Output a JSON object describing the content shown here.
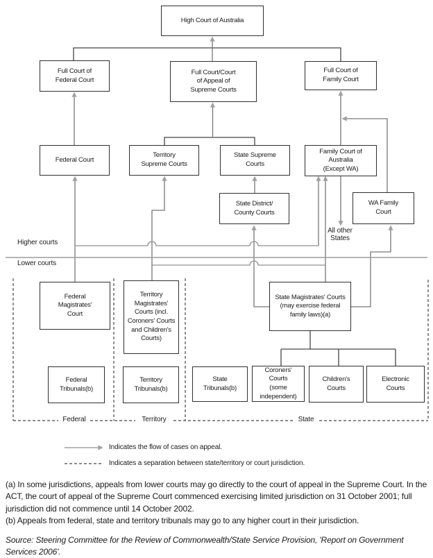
{
  "diagram": {
    "boxes": {
      "high_court": "High Court of Australia",
      "full_federal": "Full Court of\nFederal Court",
      "full_appeal": "Full Court/Court\nof Appeal of\nSupreme Courts",
      "full_family": "Full Court of\nFamily Court",
      "federal_court": "Federal Court",
      "territory_supreme": "Territory\nSupreme Courts",
      "state_supreme": "State Supreme\nCourts",
      "family_court": "Family Court of\nAustralia\n(Except WA)",
      "state_district": "State District/\nCounty Courts",
      "wa_family": "WA Family\nCourt",
      "federal_magistrates": "Federal\nMagistrates'\nCourt",
      "territory_magistrates": "Territory\nMagistrates'\nCourts (incl.\nCoroners' Courts\nand Children's\nCourts)",
      "state_magistrates": "State Magistrates' Courts\n(may exercise federal\nfamily laws)(a)",
      "federal_tribunals": "Federal\nTribunals(b)",
      "territory_tribunals": "Territory\nTribunals(b)",
      "state_tribunals": "State\nTribunals(b)",
      "coroners_courts": "Coroners'\nCourts\n(some\nindependent)",
      "childrens_courts": "Children's\nCourts",
      "electronic_courts": "Electronic\nCourts"
    },
    "labels": {
      "higher_courts": "Higher courts",
      "lower_courts": "Lower courts",
      "all_other_states": "All other\nStates",
      "section_federal": "Federal",
      "section_territory": "Territory",
      "section_state": "State"
    },
    "line_colors": {
      "box_border": "#2e2e2e",
      "tree_connector": "#444444",
      "appeal_line": "#777777",
      "courts_line": "#8f8f8f",
      "separator": "#9b9b9b",
      "arrowhead": "#a0a0a0"
    }
  },
  "legend": {
    "flow": "Indicates the flow of cases on appeal.",
    "separation": "Indicates a separation between state/territory or court jurisdiction."
  },
  "footnotes": {
    "a": "(a) In some jurisdictions, appeals from lower courts may go directly to the court of appeal in the Supreme Court. In the ACT, the court of appeal of the Supreme Court commenced exercising limited jurisdiction on 31 October 2001; full jurisdiction did not commence until 14 October 2002.",
    "b": "(b) Appeals from federal, state and territory tribunals may go to any higher court in their jurisdiction."
  },
  "source": "Source: Steering Committee for the Review of Commonwealth/State Service Provision, 'Report on Government Services 2006'."
}
